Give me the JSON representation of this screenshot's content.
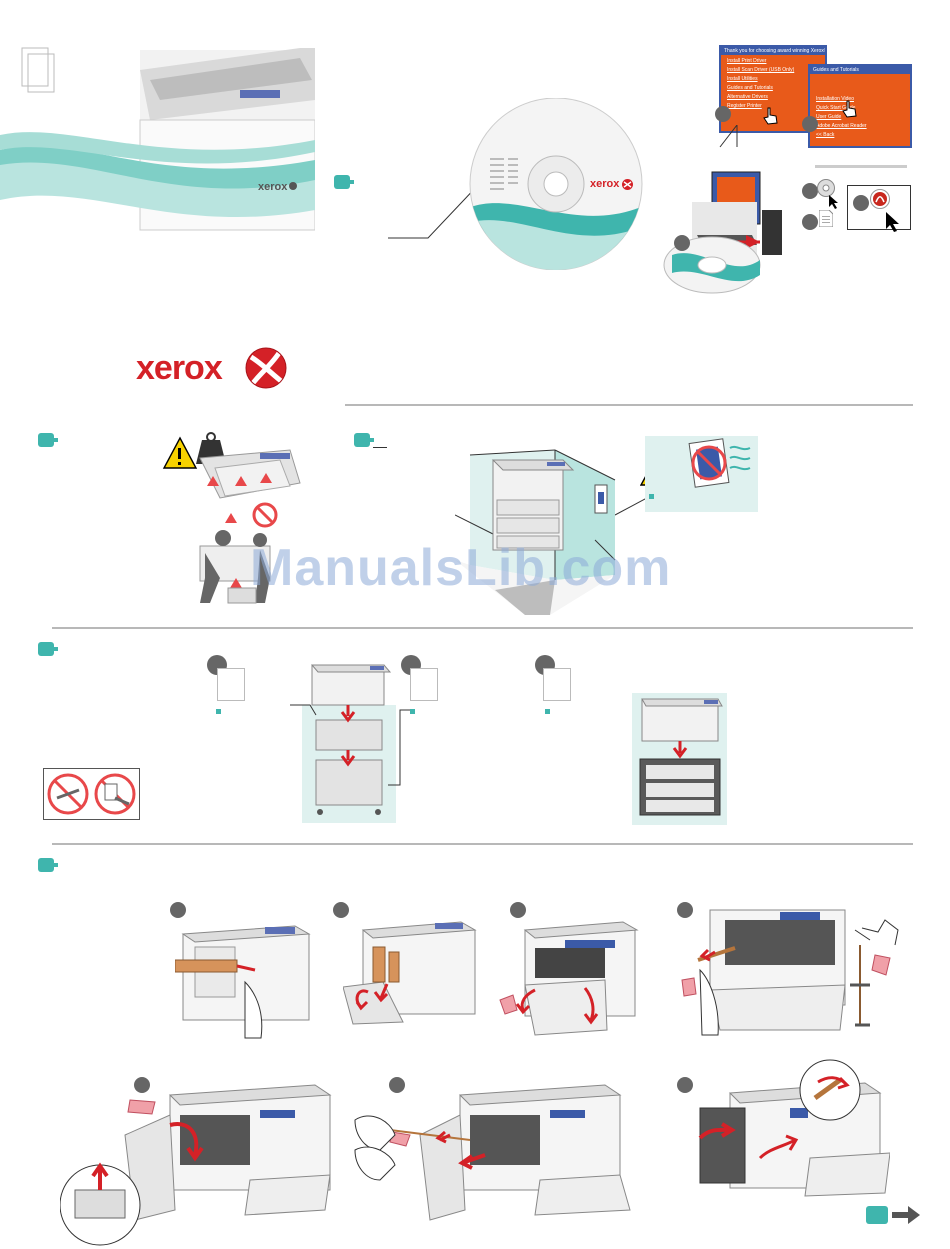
{
  "brand": {
    "logo_text": "xerox",
    "cd_logo_text": "xerox",
    "accent_color": "#3fb5ad",
    "brand_red": "#d42127"
  },
  "software_screen": {
    "main_window": {
      "title": "Thank you for choosing award winning Xerox® Printer",
      "items": [
        "Install Print Driver",
        "Install Scan Driver (USB Only)",
        "Install Utilities",
        "Guides and Tutorials",
        "Alternative Drivers",
        "Register Printer"
      ]
    },
    "guides_window": {
      "title": "Guides and Tutorials",
      "items": [
        "Installation Video",
        "Quick Start Guide",
        "User Guide",
        "Adobe Acrobat Reader",
        "<< Back"
      ]
    }
  },
  "watermark": "ManualsLib.com",
  "icons": [
    "warning-icon",
    "weight-icon",
    "no-entry-icon",
    "cd-icon",
    "document-icon",
    "acrobat-icon",
    "pointer-icon",
    "next-arrow-icon"
  ]
}
